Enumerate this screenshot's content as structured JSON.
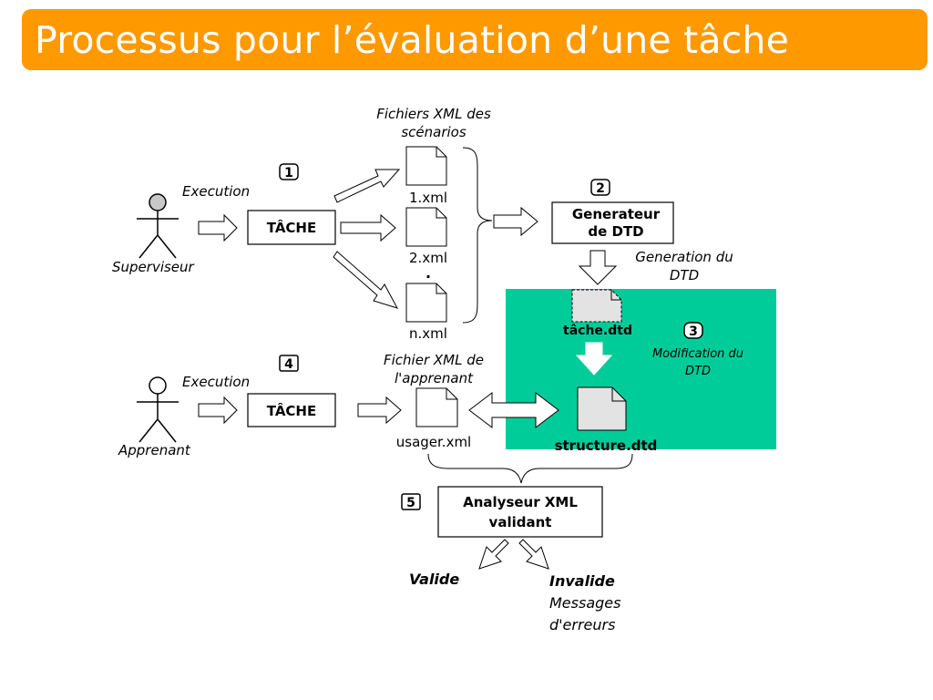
{
  "slide": {
    "title": "Processus pour l’évaluation d’une tâche",
    "colors": {
      "title_bar": "#ff9900",
      "dtd_panel": "#00cc99",
      "doc_fill": "#e3e3e3",
      "stroke": "#000000"
    }
  },
  "diagram": {
    "step1": {
      "badge": "1",
      "xml_header_line1": "Fichiers XML des",
      "xml_header_line2": "scénarios",
      "actor": "Superviseur",
      "execution": "Execution",
      "task": "TÂCHE",
      "files": [
        "1.xml",
        "2.xml",
        ".",
        "n.xml"
      ]
    },
    "step2": {
      "badge": "2",
      "generator_line1": "Generateur",
      "generator_line2": "de DTD",
      "generation_line1": "Generation du",
      "generation_line2": "DTD"
    },
    "step3": {
      "badge": "3",
      "tache_dtd": "tâche.dtd",
      "modification_line1": "Modification du",
      "modification_line2": "DTD",
      "structure_dtd": "structure.dtd"
    },
    "step4": {
      "badge": "4",
      "actor": "Apprenant",
      "execution": "Execution",
      "task": "TÂCHE",
      "learner_xml_line1": "Fichier XML de",
      "learner_xml_line2": "l'apprenant",
      "learner_file": "usager.xml"
    },
    "step5": {
      "badge": "5",
      "analyzer_line1": "Analyseur XML",
      "analyzer_line2": "validant",
      "valid": "Valide",
      "invalid": "Invalide",
      "messages_line1": "Messages",
      "messages_line2": "d'erreurs"
    }
  }
}
